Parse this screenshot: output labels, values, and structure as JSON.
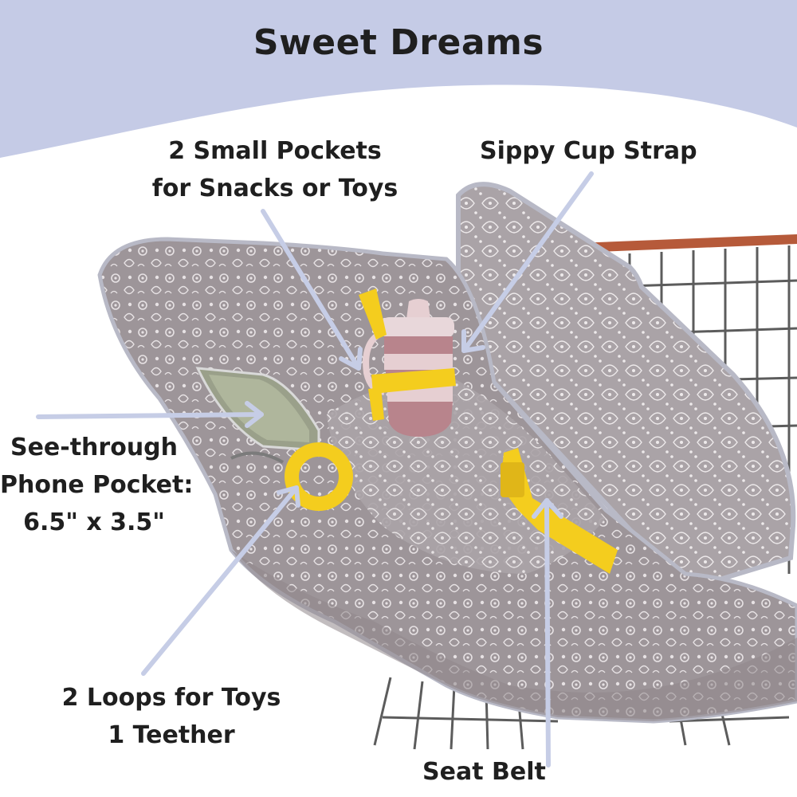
{
  "title": "Sweet Dreams",
  "colors": {
    "banner": "#c5cbe6",
    "arrow": "#c6cde6",
    "text": "#1f1f1f",
    "fabric": "#9d9599",
    "fabric_light": "#c9c2c6",
    "piping": "#b8b9c6",
    "cart_handle": "#b65a3a",
    "cart_wire": "#5c5c5c",
    "strap": "#f4cd1e",
    "cup": "#e6cfd2",
    "cup_stripe": "#b8848c"
  },
  "callouts": {
    "pockets_line1": "2 Small Pockets",
    "pockets_line2": "for Snacks or Toys",
    "sippy": "Sippy Cup Strap",
    "phone_line1": "See-through",
    "phone_line2": "Phone Pocket:",
    "phone_line3": "6.5\" x 3.5\"",
    "loops_line1": "2 Loops for Toys",
    "loops_line2": "1 Teether",
    "seatbelt": "Seat Belt"
  }
}
